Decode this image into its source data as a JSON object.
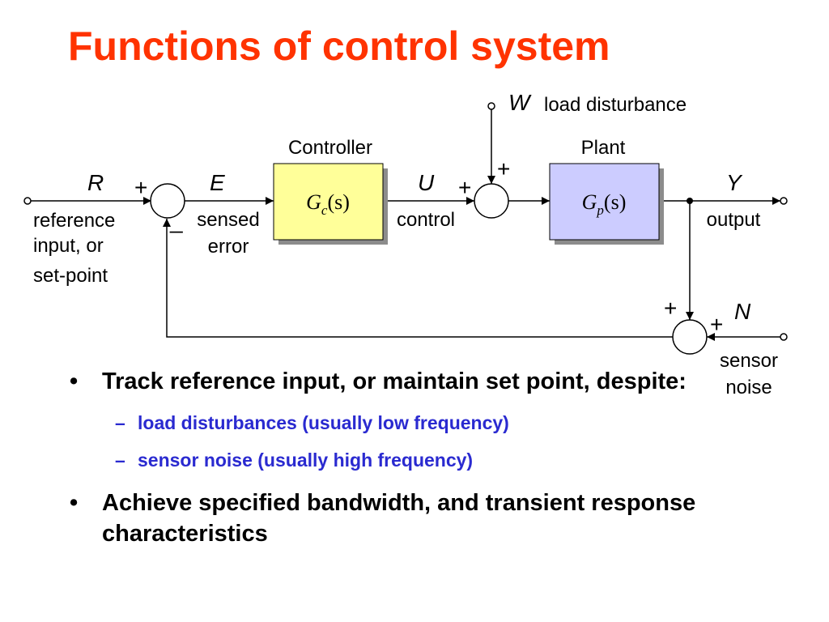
{
  "slide": {
    "title": "Functions of control system"
  },
  "diagram": {
    "signals": {
      "R": "R",
      "E": "E",
      "U": "U",
      "Y": "Y",
      "W": "W",
      "N": "N"
    },
    "labels": {
      "reference_line1": "reference",
      "reference_line2": "input, or",
      "reference_line3": "set-point",
      "sensed_line1": "sensed",
      "sensed_line2": "error",
      "control": "control",
      "output": "output",
      "load_disturbance": "load disturbance",
      "sensor_line1": "sensor",
      "sensor_line2": "noise",
      "controller": "Controller",
      "plant": "Plant"
    },
    "blocks": {
      "controller": {
        "main": "G",
        "sub": "c",
        "arg": "(s)"
      },
      "plant": {
        "main": "G",
        "sub": "p",
        "arg": "(s)"
      }
    },
    "signs": {
      "plus": "+",
      "minus": "_"
    },
    "colors": {
      "controller_fill": "#ffff99",
      "plant_fill": "#ccccff",
      "shadow": "#8c8c8c"
    }
  },
  "bullets": [
    {
      "text": "Track reference input, or maintain set point, despite:",
      "sub": [
        "load disturbances (usually low frequency)",
        "sensor noise (usually high frequency)"
      ]
    },
    {
      "text": "Achieve specified bandwidth, and transient response characteristics",
      "sub": []
    }
  ],
  "bullet_symbols": {
    "bullet": "•",
    "dash": "–"
  }
}
